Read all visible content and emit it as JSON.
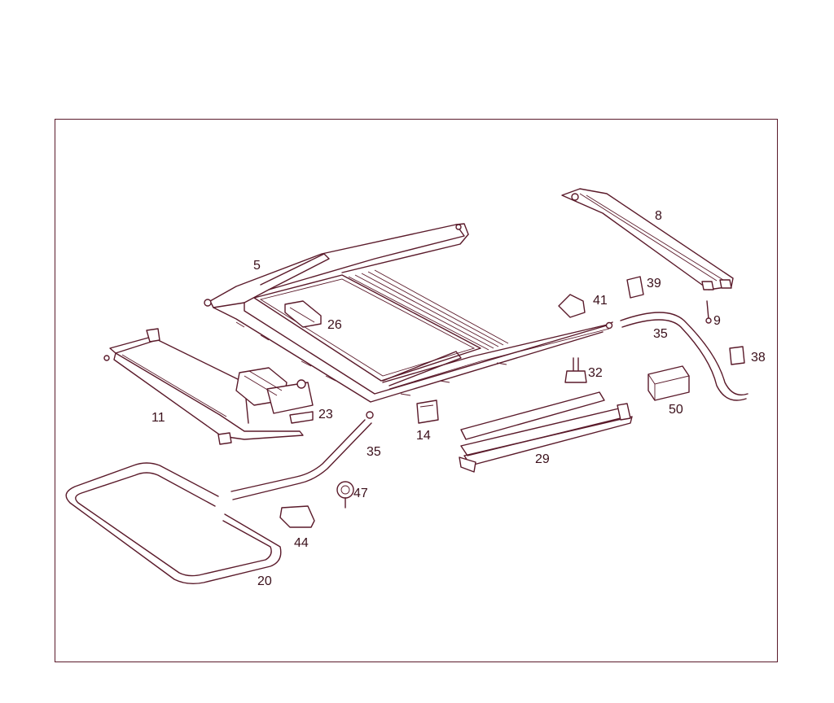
{
  "diagram": {
    "colors": {
      "line": "#5a1a2a",
      "frame": "#5a1a2a",
      "text": "#3a0f1a",
      "background": "#ffffff"
    },
    "callouts": {
      "c5": "5",
      "c8": "8",
      "c9": "9",
      "c11": "11",
      "c14": "14",
      "c20": "20",
      "c23": "23",
      "c26": "26",
      "c29": "29",
      "c32": "32",
      "c35a": "35",
      "c35b": "35",
      "c38": "38",
      "c39": "39",
      "c41": "41",
      "c44": "44",
      "c47": "47",
      "c50": "50"
    }
  }
}
